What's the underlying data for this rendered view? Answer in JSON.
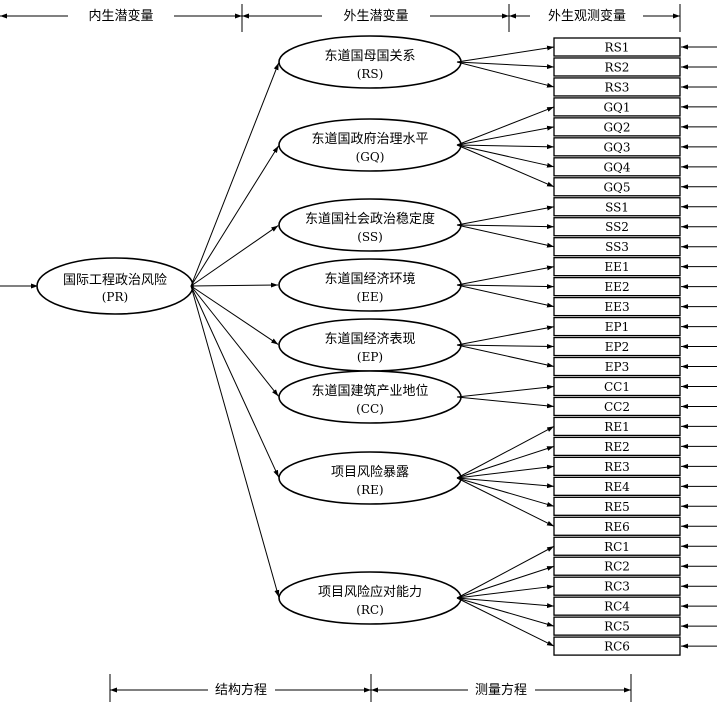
{
  "header": {
    "endogenous": "内生潜变量",
    "exogenous_latent": "外生潜变量",
    "exogenous_observed": "外生观测变量"
  },
  "footer": {
    "structural": "结构方程",
    "measurement": "测量方程"
  },
  "root": {
    "name": "国际工程政治风险",
    "abbr": "(PR)"
  },
  "latents": [
    {
      "name": "东道国母国关系",
      "abbr": "(RS)",
      "indicators": [
        "RS1",
        "RS2",
        "RS3"
      ]
    },
    {
      "name": "东道国政府治理水平",
      "abbr": "(GQ)",
      "indicators": [
        "GQ1",
        "GQ2",
        "GQ3",
        "GQ4",
        "GQ5"
      ]
    },
    {
      "name": "东道国社会政治稳定度",
      "abbr": "(SS)",
      "indicators": [
        "SS1",
        "SS2",
        "SS3"
      ]
    },
    {
      "name": "东道国经济环境",
      "abbr": "(EE)",
      "indicators": [
        "EE1",
        "EE2",
        "EE3"
      ]
    },
    {
      "name": "东道国经济表现",
      "abbr": "(EP)",
      "indicators": [
        "EP1",
        "EP2",
        "EP3"
      ]
    },
    {
      "name": "东道国建筑产业地位",
      "abbr": "(CC)",
      "indicators": [
        "CC1",
        "CC2"
      ]
    },
    {
      "name": "项目风险暴露",
      "abbr": "(RE)",
      "indicators": [
        "RE1",
        "RE2",
        "RE3",
        "RE4",
        "RE5",
        "RE6"
      ]
    },
    {
      "name": "项目风险应对能力",
      "abbr": "(RC)",
      "indicators": [
        "RC1",
        "RC2",
        "RC3",
        "RC4",
        "RC5",
        "RC6"
      ]
    }
  ]
}
